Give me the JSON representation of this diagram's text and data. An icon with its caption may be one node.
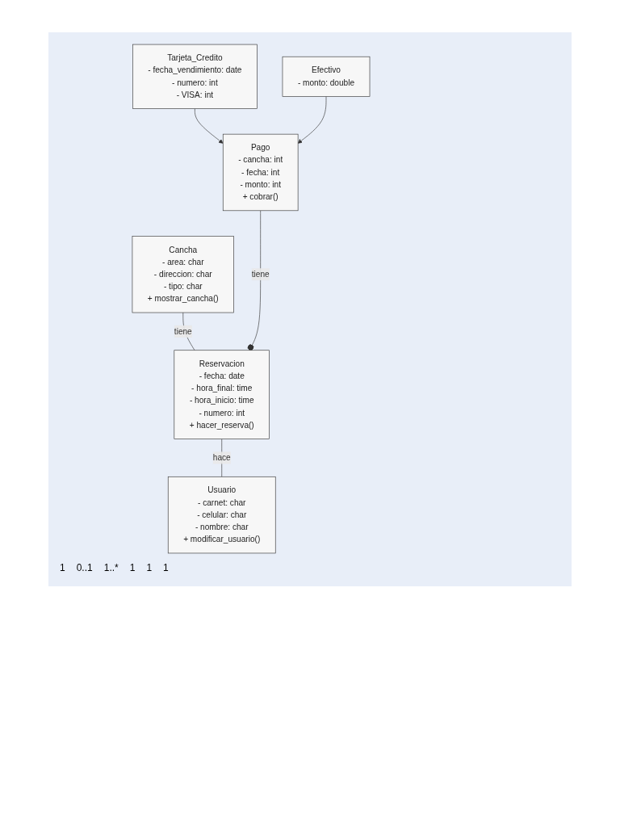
{
  "diagram": {
    "nodes": [
      {
        "text": [
          "Cancha",
          "- area: char",
          "- direccion: char",
          "- tipo: char",
          "+ mostrar_cancha()"
        ]
      },
      {
        "text": [
          "Reservacion",
          "- fecha: date",
          "- hora_final: time",
          "- hora_inicio: time",
          "- numero: int",
          "+ hacer_reserva()"
        ]
      },
      {
        "text": [
          "Usuario",
          "- carnet: char",
          "- celular: char",
          "- nombre: char",
          "+ modificar_usuario()"
        ]
      },
      {
        "text": [
          "Tarjeta_Credito",
          "- fecha_vendimiento: date",
          "- numero: int",
          "- VISA: int"
        ]
      },
      {
        "text": [
          "Pago",
          "- cancha: int",
          "- fecha: int",
          "- monto: int",
          "+ cobrar()"
        ]
      },
      {
        "text": [
          "Efectivo",
          "- monto: double"
        ]
      }
    ],
    "edges": [
      {
        "from": 0,
        "to": 1,
        "arrow": "none",
        "label": "tiene"
      },
      {
        "from": 1,
        "to": 2,
        "arrow": "none",
        "label": "hace"
      },
      {
        "from": 4,
        "to": 1,
        "arrow": "other",
        "label": "tiene"
      },
      {
        "from": 3,
        "to": 4,
        "arrow": "to"
      },
      {
        "from": 5,
        "to": 4,
        "arrow": "to"
      }
    ],
    "labels": [
      "1",
      "0..1",
      "1..*",
      "1",
      "1",
      "1"
    ]
  }
}
